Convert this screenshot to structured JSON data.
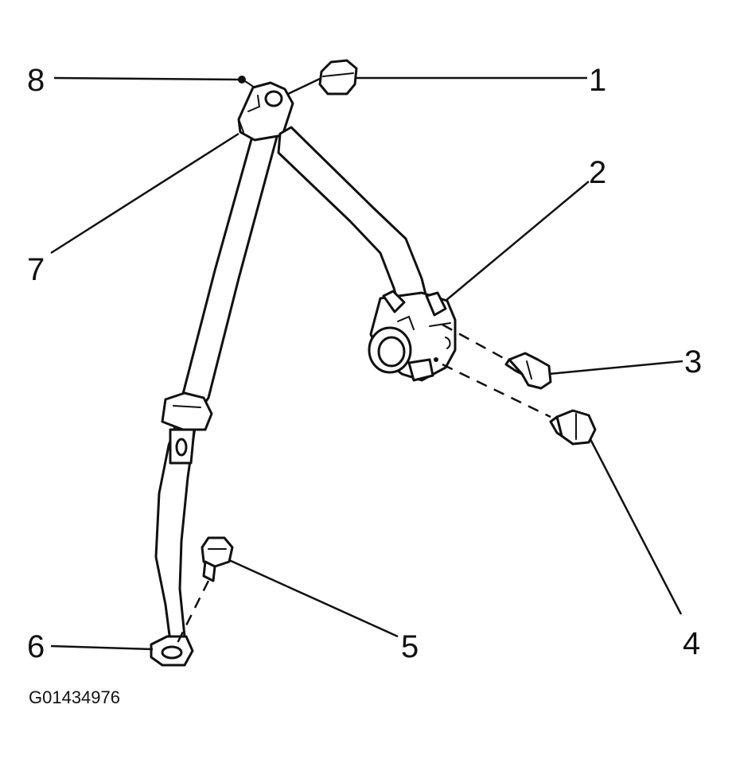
{
  "figure_id": "G01434976",
  "callouts": [
    "1",
    "2",
    "3",
    "4",
    "5",
    "6",
    "7",
    "8"
  ],
  "colors": {
    "line": "#111111",
    "background": "#ffffff"
  }
}
